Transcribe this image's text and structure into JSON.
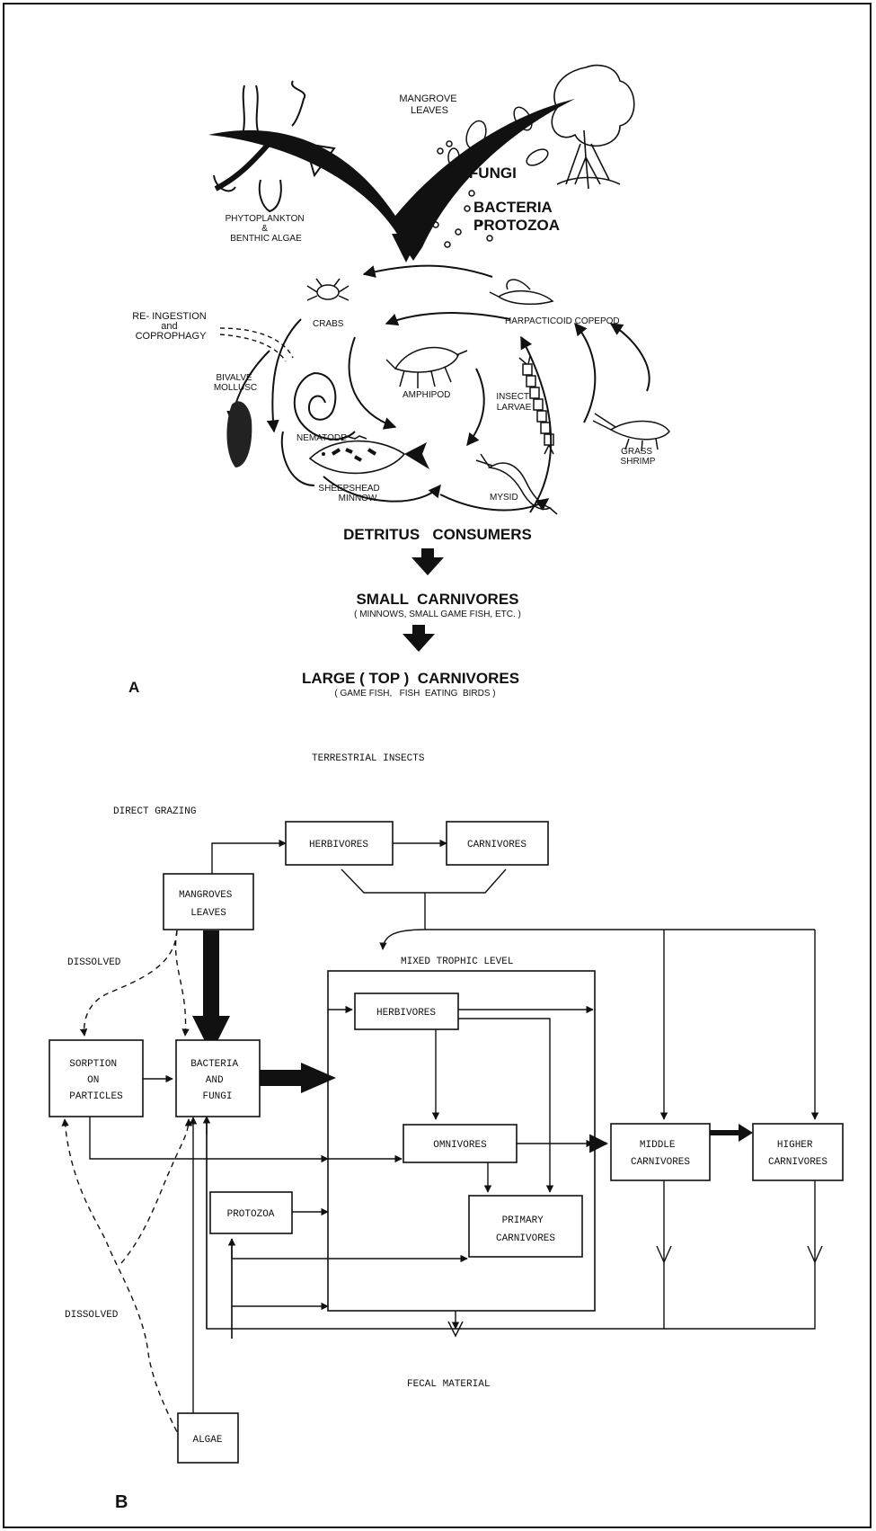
{
  "panel_a": {
    "label": "A",
    "producers": {
      "mangrove_leaves": "MANGROVE\nLEAVES",
      "phytoplankton": "PHYTOPLANKTON\n&\nBENTHIC ALGAE",
      "microbes": [
        "+FUNGI",
        "BACTERIA",
        "PROTOZOA"
      ]
    },
    "reingestion": [
      "RE- INGESTION",
      "and",
      "COPROPHAGY"
    ],
    "organisms": {
      "crabs": "CRABS",
      "harpacticoid": "HARPACTICOID COPEPOD",
      "bivalve": [
        "BIVALVE",
        "MOLLUSC"
      ],
      "amphipod": "AMPHIPOD",
      "insect_larvae": [
        "INSECT",
        "LARVAE"
      ],
      "nematode": "NEMATODE",
      "grass_shrimp": [
        "GRASS",
        "SHRIMP"
      ],
      "sheepshead": [
        "SHEEPSHEAD",
        "MINNOW"
      ],
      "mysid": "MYSID"
    },
    "levels": {
      "detritus": "DETRITUS   CONSUMERS",
      "small": "SMALL  CARNIVORES",
      "small_sub": "( MINNOWS, SMALL GAME FISH, ETC. )",
      "large": "LARGE ( TOP )  CARNIVORES",
      "large_sub": "( GAME FISH,   FISH  EATING  BIRDS )"
    }
  },
  "panel_b": {
    "label": "B",
    "terrestrial": "TERRESTRIAL INSECTS",
    "direct_grazing": "DIRECT GRAZING",
    "dissolved_top": "DISSOLVED",
    "dissolved_bottom": "DISSOLVED",
    "mixed_trophic": "MIXED TROPHIC LEVEL",
    "fecal": "FECAL MATERIAL",
    "boxes": {
      "herbivores_top": "HERBIVORES",
      "carnivores_top": "CARNIVORES",
      "mangroves": [
        "MANGROVES",
        "LEAVES"
      ],
      "sorption": [
        "SORPTION",
        "ON",
        "PARTICLES"
      ],
      "bacteria": [
        "BACTERIA",
        "AND",
        "FUNGI"
      ],
      "herbivores": "HERBIVORES",
      "omnivores": "OMNIVORES",
      "protozoa": "PROTOZOA",
      "primary": [
        "PRIMARY",
        "CARNIVORES"
      ],
      "middle": [
        "MIDDLE",
        "CARNIVORES"
      ],
      "higher": [
        "HIGHER",
        "CARNIVORES"
      ],
      "algae": "ALGAE"
    }
  }
}
